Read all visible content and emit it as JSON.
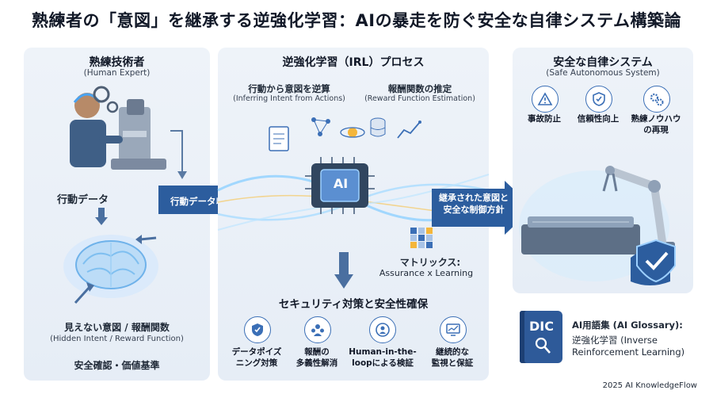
{
  "title": "熟練者の「意図」を継承する逆強化学習：AIの暴走を防ぐ安全な自律システム構築論",
  "left": {
    "heading": "熟練技術者",
    "heading_en": "(Human Expert)",
    "action_data": "行動データ",
    "hidden_intent": "見えない意図 / 報酬関数",
    "hidden_intent_en": "(Hidden Intent / Reward Function)",
    "safety_check": "安全確認・価値基準"
  },
  "arrows": {
    "collect": "行動データ収集",
    "inherited_line1": "継承された意図と",
    "inherited_line2": "安全な制御方針"
  },
  "middle": {
    "heading": "逆強化学習（IRL）プロセス",
    "step1": "行動から意図を逆算",
    "step1_en": "(Inferring Intent from Actions)",
    "step2": "報酬関数の推定",
    "step2_en": "(Reward Function Estimation)",
    "chip": "AI",
    "matrix_title": "マトリックス:",
    "matrix_sub": "Assurance x Learning",
    "security_heading": "セキュリティ対策と安全性確保",
    "security_items": [
      {
        "icon": "shield-icon",
        "line1": "データポイズ",
        "line2": "ニング対策"
      },
      {
        "icon": "people-icon",
        "line1": "報酬の",
        "line2": "多義性解消"
      },
      {
        "icon": "human-loop-icon",
        "line1": "Human-in-the-",
        "line2": "loopによる検証"
      },
      {
        "icon": "monitor-icon",
        "line1": "継続的な",
        "line2": "監視と保証"
      }
    ]
  },
  "right": {
    "heading": "安全な自律システム",
    "heading_en": "(Safe Autonomous System)",
    "features": [
      {
        "icon": "warning-icon",
        "line1": "事故防止",
        "line2": ""
      },
      {
        "icon": "shield-check-icon",
        "line1": "信頼性向上",
        "line2": ""
      },
      {
        "icon": "gears-icon",
        "line1": "熟練ノウハウ",
        "line2": "の再現"
      }
    ]
  },
  "glossary": {
    "book_label": "DIC",
    "title": "AI用語集 (AI Glossary):",
    "line1": "逆強化学習 (Inverse",
    "line2": "Reinforcement Learning)"
  },
  "footer": "2025 AI KnowledgeFlow",
  "colors": {
    "accent": "#2c5d9e",
    "panel": "#e9eff7",
    "glow": "#8fd1ff"
  }
}
